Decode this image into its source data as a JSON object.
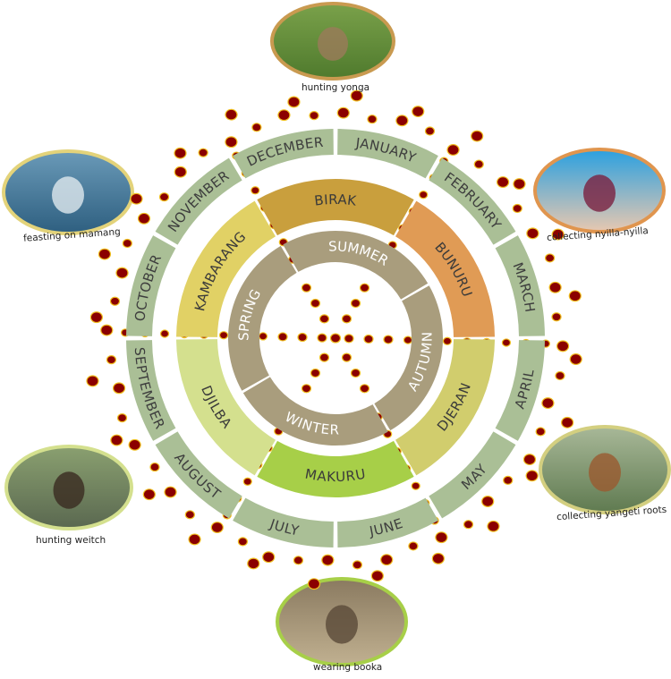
{
  "months": [
    {
      "label": "JANUARY",
      "start": 0
    },
    {
      "label": "FEBRUARY",
      "start": 30
    },
    {
      "label": "MARCH",
      "start": 60
    },
    {
      "label": "APRIL",
      "start": 90
    },
    {
      "label": "MAY",
      "start": 120
    },
    {
      "label": "JUNE",
      "start": 150
    },
    {
      "label": "JULY",
      "start": 180
    },
    {
      "label": "AUGUST",
      "start": 210
    },
    {
      "label": "SEPTEMBER",
      "start": 240
    },
    {
      "label": "OCTOBER",
      "start": 270
    },
    {
      "label": "NOVEMBER",
      "start": 300
    },
    {
      "label": "DECEMBER",
      "start": 330
    }
  ],
  "month_color": "#aabf96",
  "noongar_seasons": [
    {
      "label": "BIRAK",
      "months": [
        "DECEMBER",
        "JANUARY"
      ],
      "color": "#c99f3d"
    },
    {
      "label": "BUNURU",
      "months": [
        "FEBRUARY",
        "MARCH"
      ],
      "color": "#e09b55"
    },
    {
      "label": "DJERAN",
      "months": [
        "APRIL",
        "MAY"
      ],
      "color": "#d1cd6d"
    },
    {
      "label": "MAKURU",
      "months": [
        "JUNE",
        "JULY"
      ],
      "color": "#a7cf48"
    },
    {
      "label": "DJILBA",
      "months": [
        "AUGUST",
        "SEPTEMBER"
      ],
      "color": "#d4e08e"
    },
    {
      "label": "KAMBARANG",
      "months": [
        "OCTOBER",
        "NOVEMBER"
      ],
      "color": "#e1d165"
    }
  ],
  "european_seasons": [
    {
      "label": "SUMMER"
    },
    {
      "label": "AUTUMN"
    },
    {
      "label": "WINTER"
    },
    {
      "label": "SPRING"
    }
  ],
  "season_ring_color": "#a99d7d",
  "dot_color": "#8b0000",
  "dot_outline_color": "#f0c020",
  "activities": [
    {
      "caption": "hunting yonga",
      "image": "kangaroo",
      "border": "#c99a50"
    },
    {
      "caption": "feasting on mamang",
      "image": "whale",
      "border": "#e3d37a"
    },
    {
      "caption": "collecting  nyilla-nyilla",
      "image": "berries",
      "border": "#e0954e"
    },
    {
      "caption": "collecting yangeti roots",
      "image": "reeds",
      "border": "#d3cf80"
    },
    {
      "caption": "wearing booka",
      "image": "cloak",
      "border": "#a7cf48"
    },
    {
      "caption": "hunting weitch",
      "image": "emu",
      "border": "#d4e08e"
    }
  ]
}
